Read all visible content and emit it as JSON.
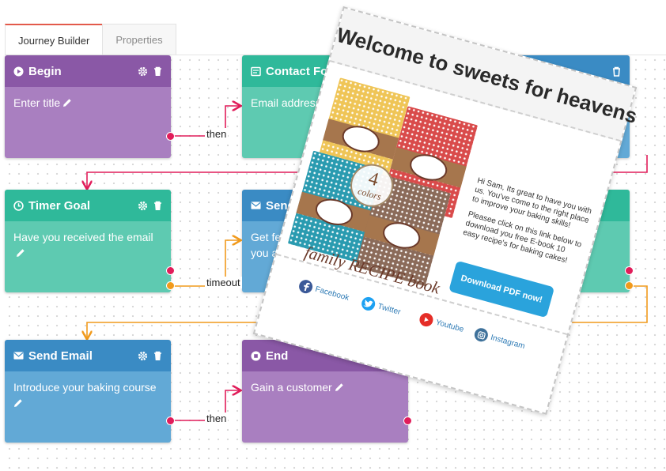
{
  "tabs": [
    {
      "label": "Journey Builder",
      "active": true
    },
    {
      "label": "Properties",
      "active": false
    }
  ],
  "nodes": {
    "begin": {
      "title": "Begin",
      "body": "Enter title",
      "icon": "play-circle-icon"
    },
    "contact": {
      "title": "Contact Form G",
      "body": "Email address's",
      "icon": "form-icon"
    },
    "timer": {
      "title": "Timer Goal",
      "body": "Have you received the email",
      "icon": "clock-icon"
    },
    "send1": {
      "title": "Send En",
      "body": "Get feedb you an a",
      "icon": "envelope-icon"
    },
    "send2": {
      "title": "Send Email",
      "body": "Introduce your baking course",
      "icon": "envelope-icon"
    },
    "end": {
      "title": "End",
      "body": "Gain a customer",
      "icon": "stop-circle-icon"
    }
  },
  "connector_labels": {
    "then1": "then",
    "timeout": "timeout",
    "then2": "then"
  },
  "colors": {
    "purple": "#8a58a6",
    "green": "#2fb99a",
    "blue": "#3a8bc4",
    "connector_pink": "#e11d5a",
    "connector_orange": "#f19a1c"
  },
  "email_preview": {
    "title": "Welcome to sweets for heavens",
    "book_count": "4",
    "book_colors_label": "colors",
    "book_title": "family RECIPE book",
    "greeting": "Hi Sam, Its great to have you with us. You've come to the right place to improve your baking skills!",
    "instruction": "Pleasee click on this link below to download you free E-book 10 easy recipe's for baking cakes!",
    "button_label": "Download PDF now!",
    "social": [
      {
        "label": "Facebook",
        "icon": "facebook-icon",
        "color": "#3b5998"
      },
      {
        "label": "Twitter",
        "icon": "twitter-icon",
        "color": "#1da1f2"
      },
      {
        "label": "Youtube",
        "icon": "youtube-icon",
        "color": "#e52d27"
      },
      {
        "label": "Instagram",
        "icon": "instagram-icon",
        "color": "#3f729b"
      }
    ]
  }
}
